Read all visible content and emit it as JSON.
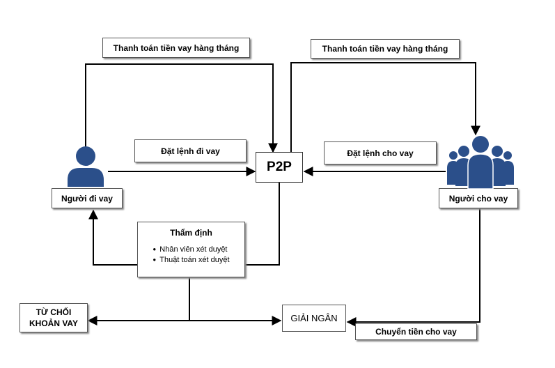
{
  "nodes": {
    "p2p": "P2P",
    "borrower": "Người đi vay",
    "lender": "Người cho vay",
    "appraisal_title": "Thẩm định",
    "appraisal_items": [
      "Nhân viên  xét duyệt",
      "Thuật toán xét duyệt"
    ],
    "reject_line1": "TỪ CHỐI",
    "reject_line2": "KHOẢN VAY",
    "disburse": "GIẢI NGÂN"
  },
  "edge_labels": {
    "monthly_payment_left": "Thanh toán tiền vay hàng tháng",
    "monthly_payment_right": "Thanh toán tiền vay hàng tháng",
    "borrow_order": "Đặt lệnh đi vay",
    "lend_order": "Đặt lệnh cho vay",
    "transfer": "Chuyển tiền cho vay"
  },
  "icons": {
    "borrower": "person-icon",
    "lender": "group-icon",
    "color": "#2b4f8a"
  }
}
